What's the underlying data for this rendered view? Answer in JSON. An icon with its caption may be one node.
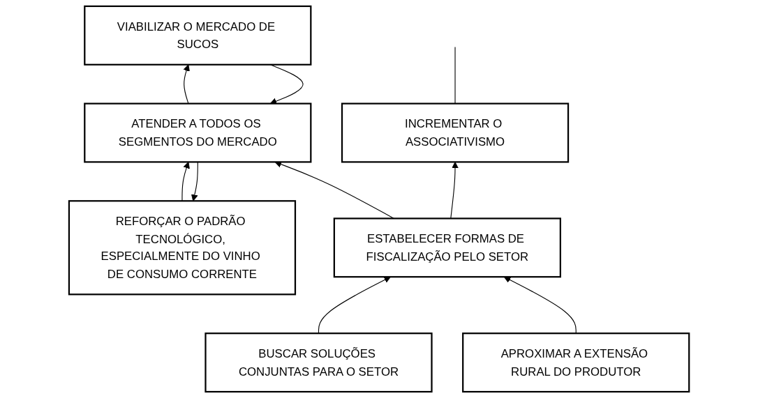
{
  "diagram": {
    "nodes": [
      {
        "text": [
          "REFORÇAR O PADRÃO TECNOLÓGICO, ESPECIALMENTE DO VINHO DE CONSUMO CORRENTE"
        ]
      },
      {
        "text": [
          "ATENDER A TODOS OS SEGMENTOS DO MERCADO"
        ]
      },
      {
        "text": [
          "VIABILIZAR O MERCADO DE SUCOS"
        ]
      },
      {
        "text": [
          "INCREMENTAR O ASSOCIATIVISMO"
        ]
      },
      {
        "text": [
          "ESTABELECER FORMAS DE FISCALIZAÇÃO PELO SETOR"
        ]
      },
      {
        "text": [
          "BUSCAR SOLUÇÕES CONJUNTAS PARA O SETOR"
        ]
      },
      {
        "text": [
          "APROXIMAR A EXTENSÃO RURAL DO PRODUTOR"
        ]
      }
    ],
    "edges": [
      {
        "from": 0,
        "to": 1,
        "arrow": "to"
      },
      {
        "from": 1,
        "to": 0,
        "arrow": "to"
      },
      {
        "from": 1,
        "to": 2,
        "arrow": "to"
      },
      {
        "from": 2,
        "to": 1,
        "arrow": "to"
      },
      {
        "from": 4,
        "to": 1,
        "arrow": "to"
      },
      {
        "from": 4,
        "to": 3,
        "arrow": "to"
      },
      {
        "from": 5,
        "to": 4,
        "arrow": "to"
      },
      {
        "from": 6,
        "to": 4,
        "arrow": "to"
      },
      {
        "from": 3,
        "to": null,
        "arrow": "none"
      }
    ]
  }
}
